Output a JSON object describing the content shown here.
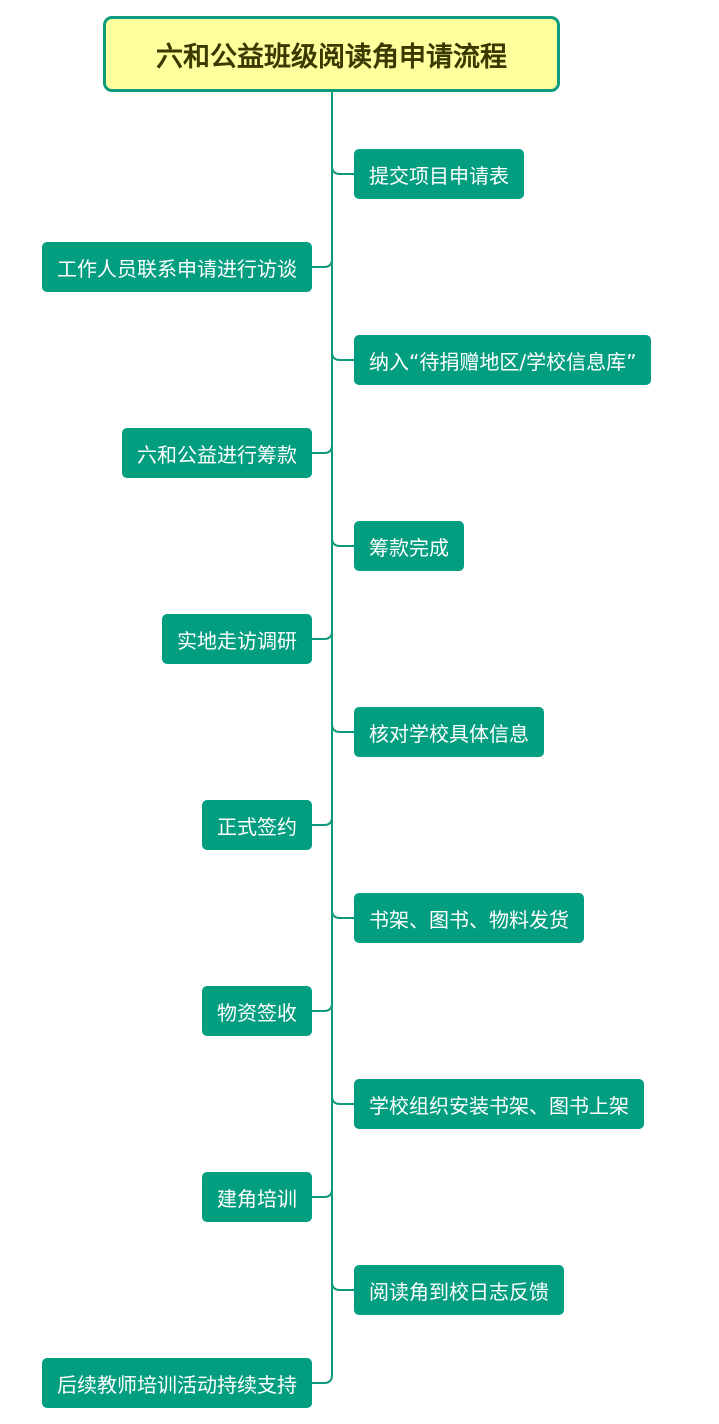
{
  "diagram": {
    "title": "六和公益班级阅读角申请流程",
    "colors": {
      "root_fill": "#ffff9e",
      "root_border": "#0e9b7d",
      "root_text": "#3a3a00",
      "node_fill": "#039e80",
      "node_text": "#ffffff",
      "connector": "#0e9b7d"
    },
    "steps": [
      {
        "label": "提交项目申请表",
        "side": "right"
      },
      {
        "label": "工作人员联系申请进行访谈",
        "side": "left"
      },
      {
        "label": "纳入“待捐赠地区/学校信息库”",
        "side": "right"
      },
      {
        "label": "六和公益进行筹款",
        "side": "left"
      },
      {
        "label": "筹款完成",
        "side": "right"
      },
      {
        "label": "实地走访调研",
        "side": "left"
      },
      {
        "label": "核对学校具体信息",
        "side": "right"
      },
      {
        "label": "正式签约",
        "side": "left"
      },
      {
        "label": "书架、图书、物料发货",
        "side": "right"
      },
      {
        "label": "物资签收",
        "side": "left"
      },
      {
        "label": "学校组织安装书架、图书上架",
        "side": "right"
      },
      {
        "label": "建角培训",
        "side": "left"
      },
      {
        "label": "阅读角到校日志反馈",
        "side": "right"
      },
      {
        "label": "后续教师培训活动持续支持",
        "side": "left"
      }
    ]
  }
}
